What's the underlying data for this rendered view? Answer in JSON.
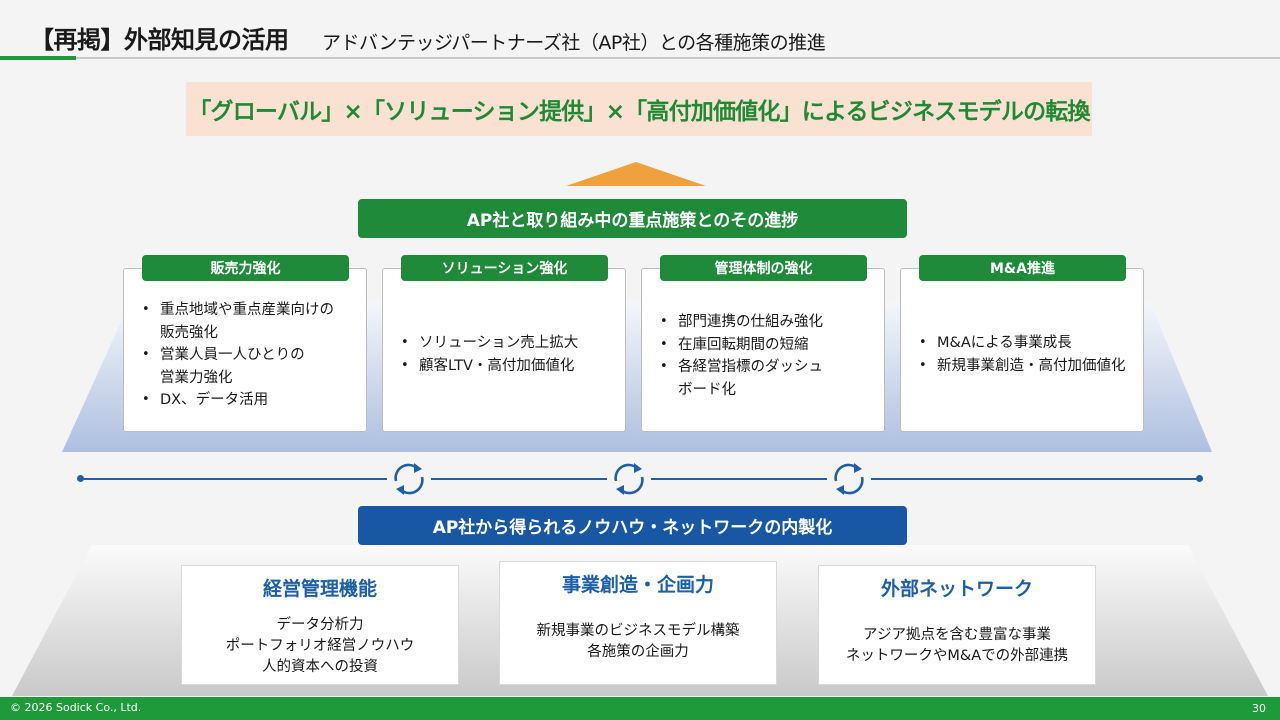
{
  "header": {
    "title": "【再掲】外部知見の活用",
    "subtitle": "アドバンテッジパートナーズ社（AP社）との各種施策の推進"
  },
  "banner": {
    "text": "「グローバル」×「ソリューション提供」×「高付加価値化」によるビジネスモデルの転換"
  },
  "initiatives": {
    "title": "AP社と取り組み中の重点施策とのその進捗",
    "cards": [
      {
        "tag": "販売力強化",
        "items": [
          "重点地域や重点産業向けの\n販売強化",
          "営業人員一人ひとりの\n営業力強化",
          "DX、データ活用"
        ]
      },
      {
        "tag": "ソリューション強化",
        "items": [
          "ソリューション売上拡大",
          "顧客LTV・高付加価値化"
        ]
      },
      {
        "tag": "管理体制の強化",
        "items": [
          "部門連携の仕組み強化",
          "在庫回転期間の短縮",
          "各経営指標のダッシュ\nボード化"
        ]
      },
      {
        "tag": "M&A推進",
        "items": [
          "M&Aによる事業成長",
          "新規事業創造・高付加価値化"
        ]
      }
    ]
  },
  "internalization": {
    "title": "AP社から得られるノウハウ・ネットワークの内製化",
    "cards": [
      {
        "title": "経営管理機能",
        "body": "データ分析力\nポートフォリオ経営ノウハウ\n人的資本への投資"
      },
      {
        "title": "事業創造・企画力",
        "body": "新規事業のビジネスモデル構築\n各施策の企画力"
      },
      {
        "title": "外部ネットワーク",
        "body": "アジア拠点を含む豊富な事業\nネットワークやM&Aでの外部連携"
      }
    ]
  },
  "icons": {
    "triangle": "arrow-up-triangle",
    "cycle": "cycle-arrows-icon"
  },
  "colors": {
    "green": "#1e8a3a",
    "blue": "#1857a4",
    "orange": "#f0a03c",
    "banner_bg": "#fbe1d2"
  },
  "footer": {
    "copyright": "© 2026 Sodick Co., Ltd.",
    "page": "30"
  }
}
